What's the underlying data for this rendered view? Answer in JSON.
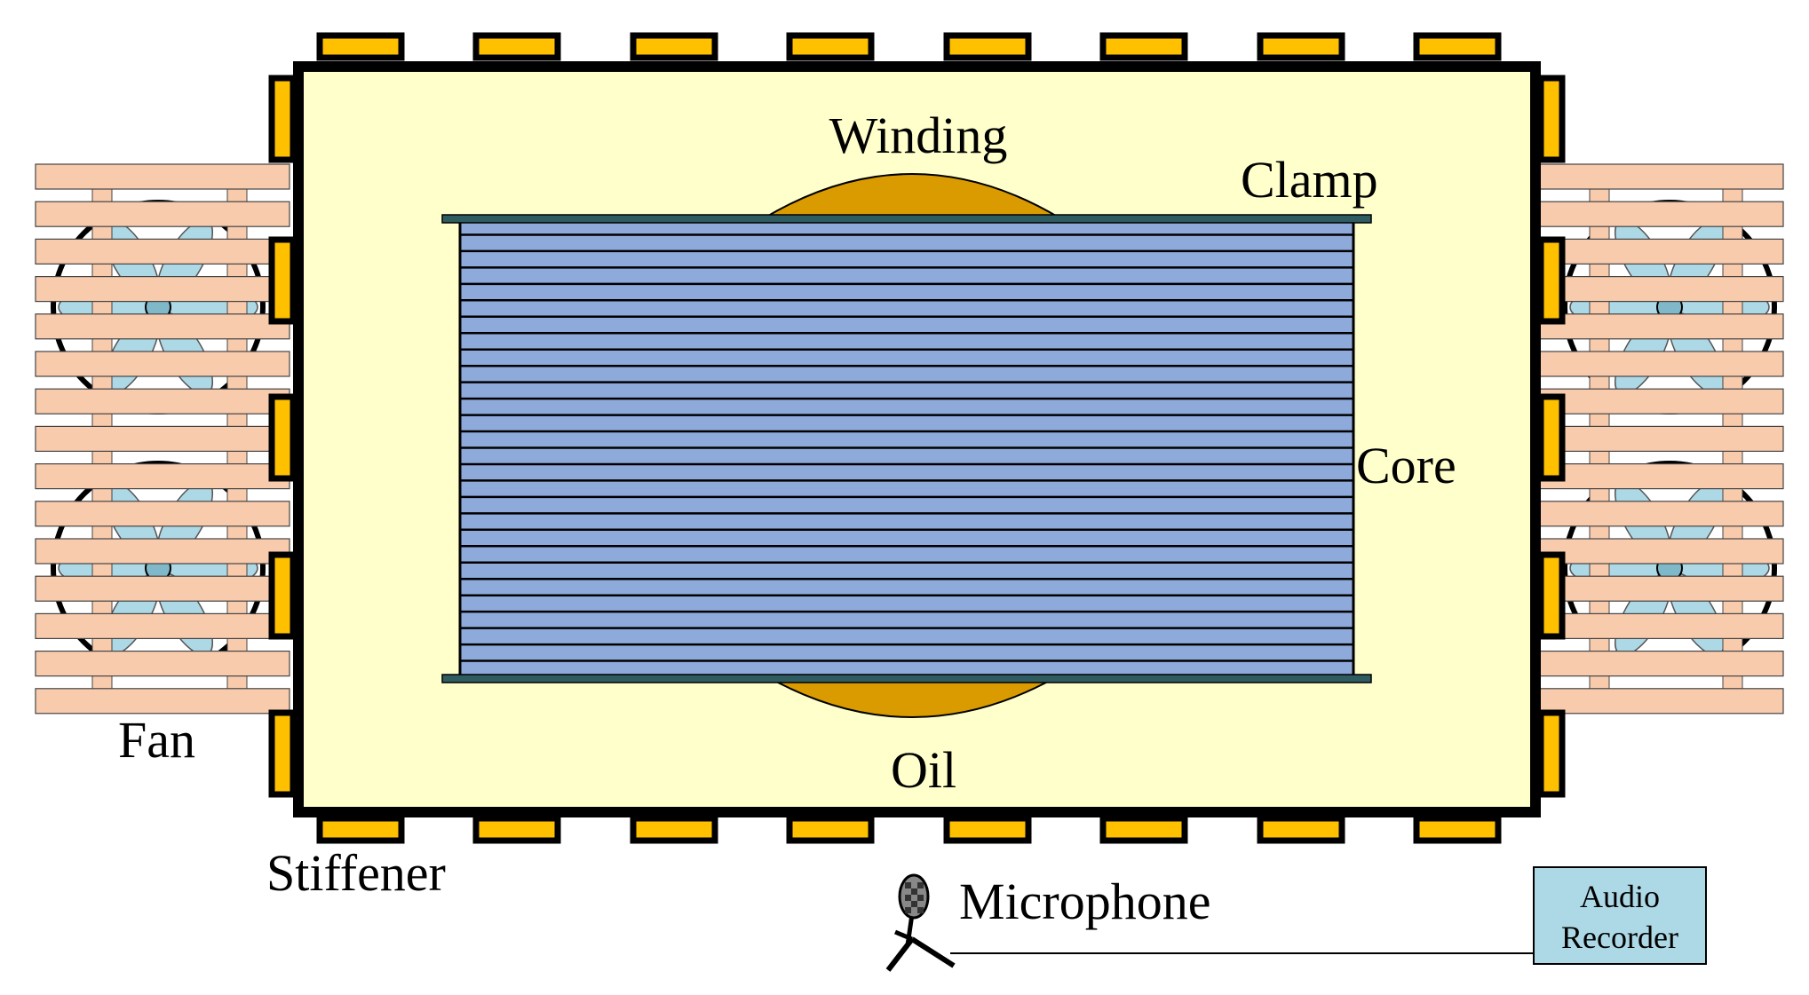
{
  "labels": {
    "winding": "Winding",
    "clamp": "Clamp",
    "core": "Core",
    "oil": "Oil",
    "fan": "Fan",
    "stiffener": "Stiffener",
    "microphone": "Microphone",
    "audio_recorder_line1": "Audio",
    "audio_recorder_line2": "Recorder"
  },
  "colors": {
    "tank_fill": "#ffffcc",
    "stiffener_fill": "#ffc000",
    "winding_fill": "#d99b00",
    "core_fill": "#8eaadb",
    "clamp_fill": "#2e5c61",
    "radiator_fill": "#f8cbad",
    "fan_blade_fill": "#add8e6",
    "recorder_fill": "#add8e6",
    "outline": "#000000"
  },
  "icons": {
    "microphone": "microphone-icon",
    "fan": "fan-icon"
  }
}
